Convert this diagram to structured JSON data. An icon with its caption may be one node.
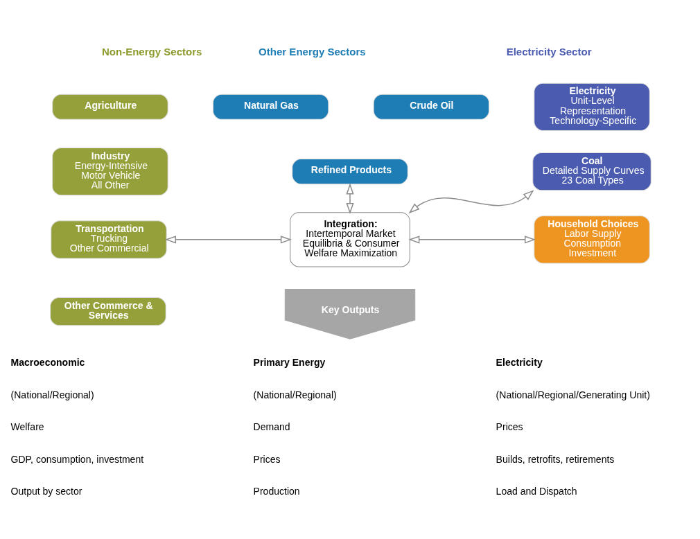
{
  "diagram": {
    "nodes": [
      {
        "text": [
          "Agriculture"
        ]
      },
      {
        "text": [
          "Industry",
          "Energy-Intensive",
          "Motor Vehicle",
          "All Other"
        ]
      },
      {
        "text": [
          "Transportation",
          "Trucking",
          "Other Commercial"
        ]
      },
      {
        "text": [
          "Other Commerce & Services"
        ]
      },
      {
        "text": [
          "Natural Gas"
        ]
      },
      {
        "text": [
          "Crude Oil"
        ]
      },
      {
        "text": [
          "Refined Products"
        ]
      },
      {
        "text": [
          "Electricity",
          "Unit-Level Representation",
          "Technology-Specific"
        ]
      },
      {
        "text": [
          "Coal",
          "Detailed Supply Curves",
          "23 Coal Types"
        ]
      },
      {
        "text": [
          "Household Choices",
          "Labor Supply",
          "Consumption",
          "Investment"
        ]
      },
      {
        "text": [
          "Integration:",
          "Intertemporal Market Equilibria & Consumer Welfare Maximization"
        ]
      },
      {
        "text": [
          "Key Outputs"
        ]
      }
    ],
    "edges": [
      {
        "from": 6,
        "to": 10,
        "arrow": "both"
      },
      {
        "from": 10,
        "to": 2,
        "arrow": "both"
      },
      {
        "from": 10,
        "to": 8,
        "arrow": "both"
      },
      {
        "from": 10,
        "to": 9,
        "arrow": "both"
      }
    ],
    "labels": [
      "Non-Energy Sectors",
      "Other Energy Sectors",
      "Electricity Sector",
      "Macroeconomic",
      "(National/Regional)",
      "Primary Energy",
      "(National/Regional)",
      "Electricity",
      "(National/Regional/Generating Unit)",
      "Welfare",
      "Demand",
      "Prices",
      "GDP, consumption, investment",
      "Prices",
      "Builds, retrofits, retirements",
      "Output by sector",
      "Production",
      "Load and Dispatch"
    ]
  }
}
